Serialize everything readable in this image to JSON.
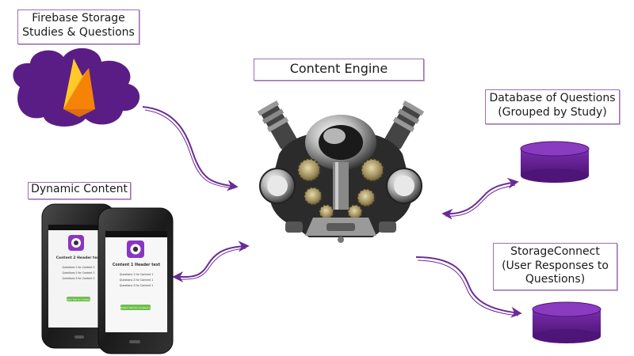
{
  "labels": {
    "firebase": "Firebase Storage\nStudies & Questions",
    "engine": "Content Engine",
    "dynamic": "Dynamic Content",
    "database": "Database of Questions\n(Grouped by Study)",
    "storage": "StorageConnect\n(User Responses to\nQuestions)"
  },
  "phones": {
    "back": {
      "header": "Content 2 Header text",
      "q1": "Questions 1 for Content 2",
      "q2": "Questions 2 for Content 2",
      "q3": "Questions 3 for Content 2",
      "button": "Button Text for Content 2"
    },
    "front": {
      "header": "Content 1 Header text",
      "q1": "Questions 1 for Content 1",
      "q2": "Questions 2 for Content 1",
      "q3": "Questions 3 for Content 1",
      "button": "Button Text for Content 1"
    }
  },
  "colors": {
    "accent": "#5b1f8a",
    "cloud": "#5a1d86",
    "arrow": "#6a2a98",
    "firebase_orange": "#f5a623",
    "firebase_yellow": "#ffca28"
  }
}
